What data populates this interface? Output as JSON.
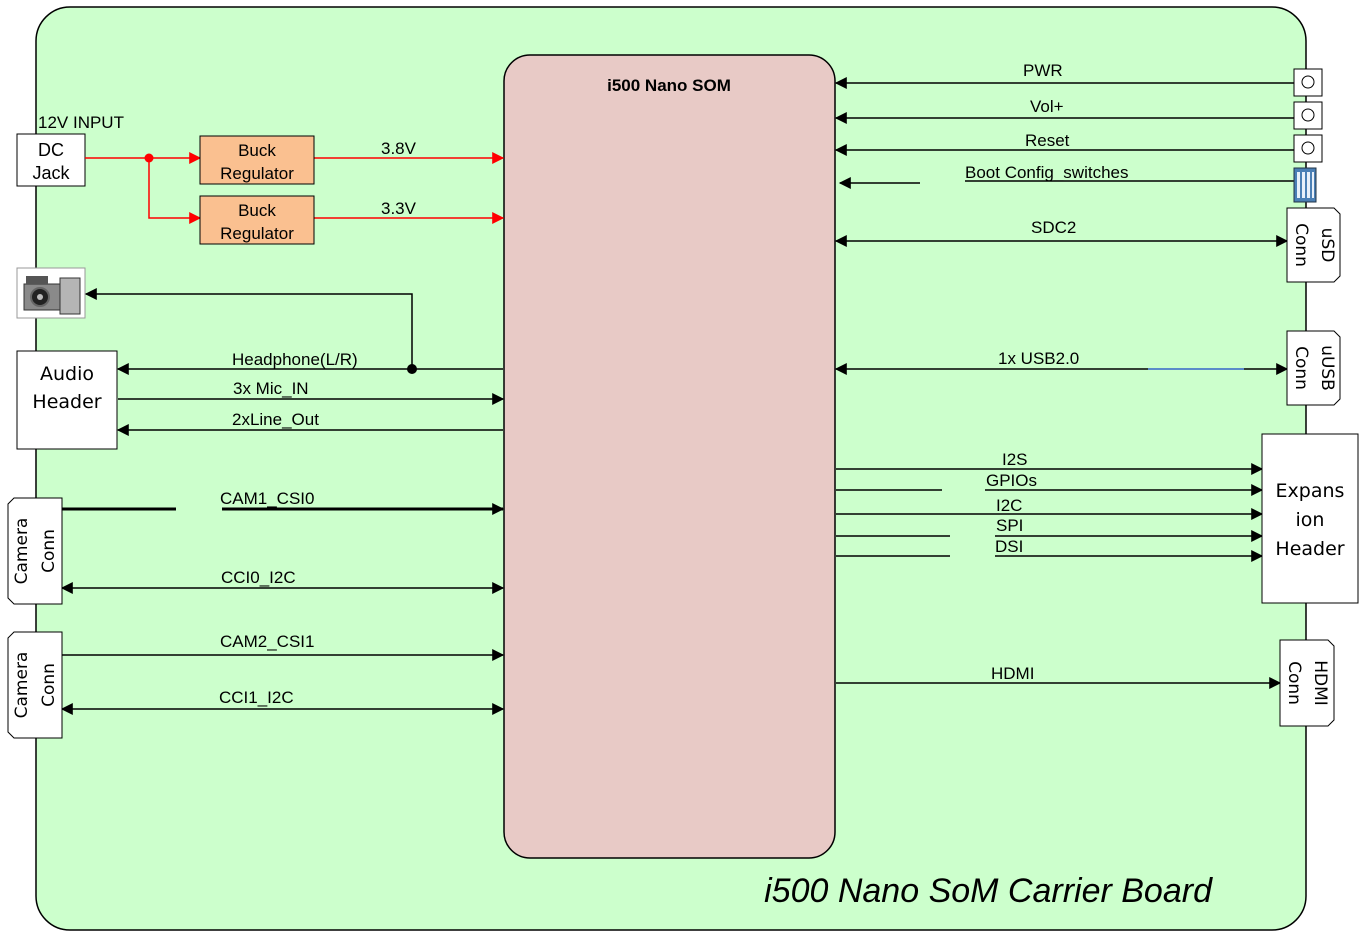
{
  "board": {
    "title": "i500 Nano SoM Carrier Board",
    "som_label": "i500 Nano SOM",
    "board_color": "#ccffcc",
    "som_color": "#e8cac6",
    "regulator_color": "#fac090"
  },
  "power": {
    "input_label": "12V INPUT",
    "dc_jack_line1": "DC",
    "dc_jack_line2": "Jack",
    "reg1_line1": "Buck",
    "reg1_line2": "Regulator",
    "reg2_line1": "Buck",
    "reg2_line2": "Regulator",
    "rail1": "3.8V",
    "rail2": "3.3V",
    "power_line_color": "#ff0000"
  },
  "left": {
    "audio_header_line1": "Audio",
    "audio_header_line2": "Header",
    "headphone": "Headphone(L/R)",
    "mic_in": "3x Mic_IN",
    "line_out": "2xLine_Out",
    "cam1_csi": "CAM1_CSI0",
    "cci0": "CCI0_I2C",
    "cam2_csi": "CAM2_CSI1",
    "cci1": "CCI1_I2C",
    "camera1_line1": "Camera",
    "camera1_line2": "Conn",
    "camera2_line1": "Camera",
    "camera2_line2": "Conn"
  },
  "right": {
    "pwr": "PWR",
    "volp": "Vol+",
    "reset": "Reset",
    "boot": "Boot Config_switches",
    "sdc2": "SDC2",
    "usd_line1": "uSD",
    "usd_line2": "Conn",
    "usb": "1x USB2.0",
    "uusb_line1": "uUSB",
    "uusb_line2": "Conn",
    "i2s": "I2S",
    "gpios": "GPIOs",
    "i2c": "I2C",
    "spi": "SPI",
    "dsi": "DSI",
    "exp_line1": "Expans",
    "exp_line2": "ion",
    "exp_line3": "Header",
    "hdmi": "HDMI",
    "hdmi_line1": "HDMI",
    "hdmi_line2": "Conn"
  },
  "icons": [
    "audio-jack-icon",
    "push-button-icon",
    "dip-switch-icon"
  ]
}
